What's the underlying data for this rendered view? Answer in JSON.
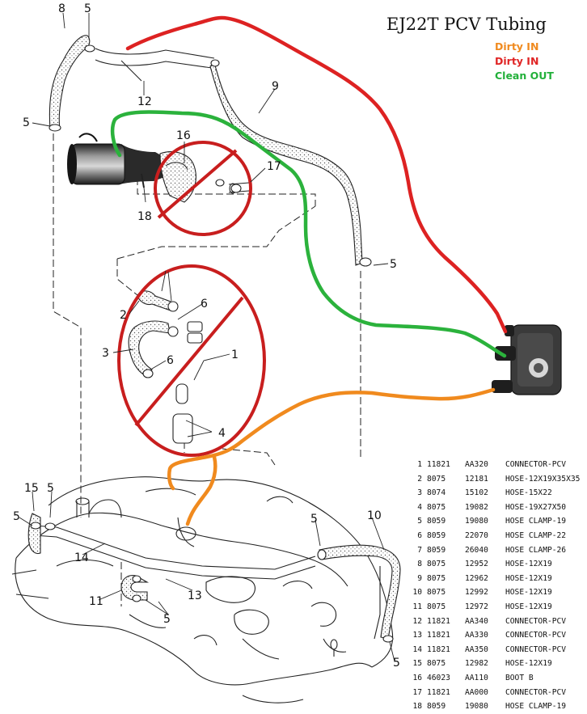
{
  "title": "EJ22T PCV Tubing",
  "legend": [
    {
      "label": "Dirty IN",
      "color": "#f08a1e"
    },
    {
      "label": "Dirty IN",
      "color": "#e02424"
    },
    {
      "label": "Clean OUT",
      "color": "#22b03a"
    }
  ],
  "colors": {
    "red_line": "#dd2222",
    "green_line": "#2bb23c",
    "orange_line": "#f08a1e",
    "prohibit": "#c81e1e"
  },
  "callouts": [
    "8",
    "5",
    "12",
    "9",
    "5",
    "16",
    "17",
    "18",
    "5",
    "6",
    "2",
    "3",
    "6",
    "1",
    "4",
    "15",
    "5",
    "5",
    "14",
    "11",
    "5",
    "13",
    "10",
    "5",
    "5"
  ],
  "parts": [
    {
      "n": "1",
      "p1": "11821",
      "p2": "AA320",
      "desc": "CONNECTOR-PCV"
    },
    {
      "n": "2",
      "p1": "8075",
      "p2": "12181",
      "desc": "HOSE-12X19X35X35"
    },
    {
      "n": "3",
      "p1": "8074",
      "p2": "15102",
      "desc": "HOSE-15X22"
    },
    {
      "n": "4",
      "p1": "8075",
      "p2": "19082",
      "desc": "HOSE-19X27X50"
    },
    {
      "n": "5",
      "p1": "8059",
      "p2": "19080",
      "desc": "HOSE CLAMP-19"
    },
    {
      "n": "6",
      "p1": "8059",
      "p2": "22070",
      "desc": "HOSE CLAMP-22"
    },
    {
      "n": "7",
      "p1": "8059",
      "p2": "26040",
      "desc": "HOSE CLAMP-26"
    },
    {
      "n": "8",
      "p1": "8075",
      "p2": "12952",
      "desc": "HOSE-12X19"
    },
    {
      "n": "9",
      "p1": "8075",
      "p2": "12962",
      "desc": "HOSE-12X19"
    },
    {
      "n": "10",
      "p1": "8075",
      "p2": "12992",
      "desc": "HOSE-12X19"
    },
    {
      "n": "11",
      "p1": "8075",
      "p2": "12972",
      "desc": "HOSE-12X19"
    },
    {
      "n": "12",
      "p1": "11821",
      "p2": "AA340",
      "desc": "CONNECTOR-PCV"
    },
    {
      "n": "13",
      "p1": "11821",
      "p2": "AA330",
      "desc": "CONNECTOR-PCV"
    },
    {
      "n": "14",
      "p1": "11821",
      "p2": "AA350",
      "desc": "CONNECTOR-PCV"
    },
    {
      "n": "15",
      "p1": "8075",
      "p2": "12982",
      "desc": "HOSE-12X19"
    },
    {
      "n": "16",
      "p1": "46023",
      "p2": "AA110",
      "desc": "BOOT B"
    },
    {
      "n": "17",
      "p1": "11821",
      "p2": "AA000",
      "desc": "CONNECTOR-PCV"
    },
    {
      "n": "18",
      "p1": "8059",
      "p2": "19080",
      "desc": "HOSE CLAMP-19"
    }
  ]
}
